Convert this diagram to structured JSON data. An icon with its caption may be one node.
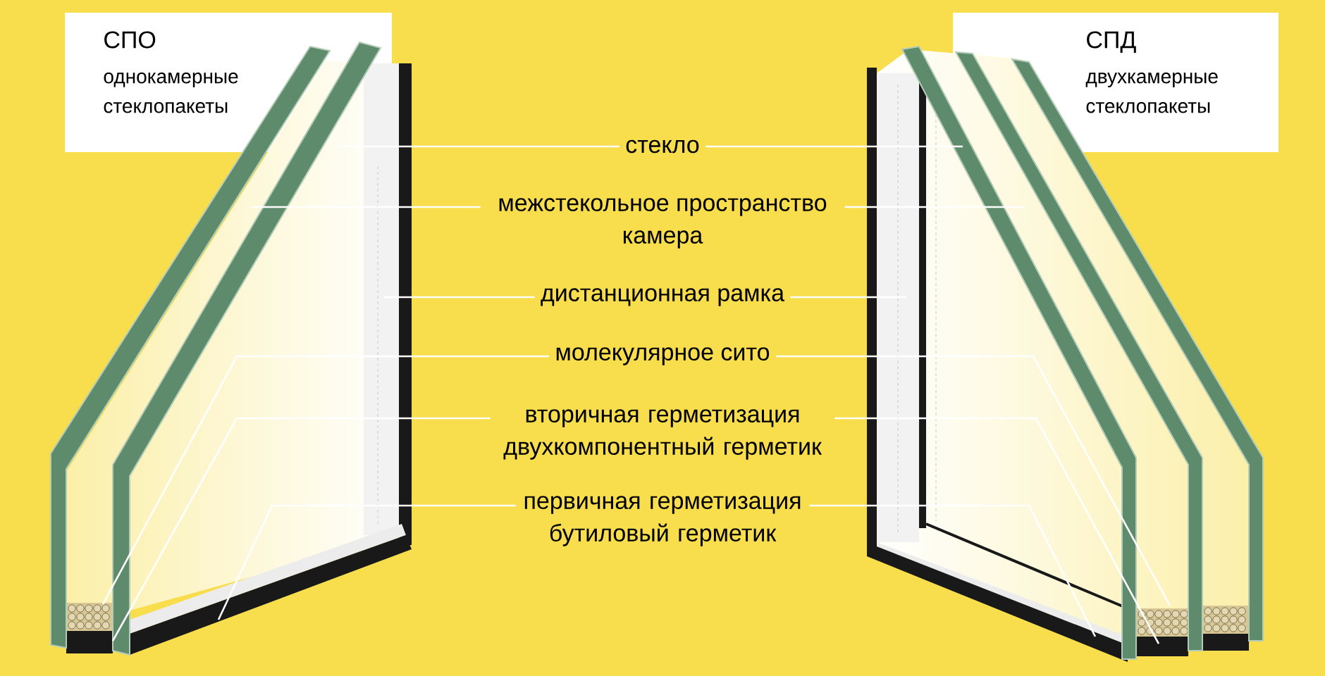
{
  "diagram": {
    "nodes": [
      {
        "text": [
          "СПО",
          "однокамерные стеклопакеты"
        ]
      },
      {
        "text": [
          "СПД",
          "двухкамерные стеклопакеты"
        ]
      },
      {
        "text": [
          "стекло"
        ]
      },
      {
        "text": [
          "межстекольное пространство камера"
        ]
      },
      {
        "text": [
          "дистанционная рамка"
        ]
      },
      {
        "text": [
          "молекулярное сито"
        ]
      },
      {
        "text": [
          "вторичная герметизация двухкомпонентный герметик"
        ]
      },
      {
        "text": [
          "первичная герметизация бутиловый герметик"
        ]
      },
      {
        "text": [],
        "shape": "picture"
      },
      {
        "text": [],
        "shape": "picture"
      }
    ],
    "edges": [
      {
        "from": 2,
        "to": 8,
        "arrow": "none"
      },
      {
        "from": 2,
        "to": 9,
        "arrow": "none"
      },
      {
        "from": 3,
        "to": 8,
        "arrow": "none"
      },
      {
        "from": 3,
        "to": 9,
        "arrow": "none"
      },
      {
        "from": 4,
        "to": 8,
        "arrow": "none"
      },
      {
        "from": 4,
        "to": 9,
        "arrow": "none"
      },
      {
        "from": 5,
        "to": 8,
        "arrow": "none"
      },
      {
        "from": 5,
        "to": 9,
        "arrow": "none"
      },
      {
        "from": 6,
        "to": 8,
        "arrow": "none"
      },
      {
        "from": 6,
        "to": 9,
        "arrow": "none"
      },
      {
        "from": 7,
        "to": 8,
        "arrow": "none"
      },
      {
        "from": 7,
        "to": 9,
        "arrow": "none"
      }
    ]
  }
}
